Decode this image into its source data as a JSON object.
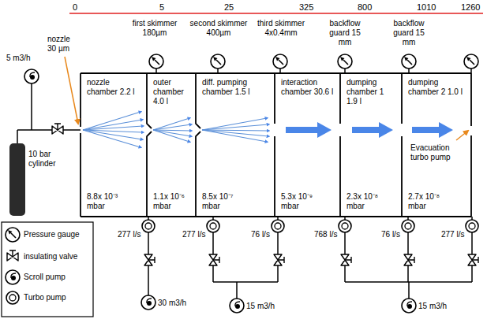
{
  "diagram": {
    "nodes": [
      {
        "text": [
          "nozzle chamber 2.2 l",
          "8.8x 10⁻³ mbar"
        ]
      },
      {
        "text": [
          "outer chamber 4.0 l",
          "1.1x 10⁻⁶ mbar"
        ]
      },
      {
        "text": [
          "diff. pumping chamber 1.5 l",
          "8.5x 10⁻⁷ mbar"
        ]
      },
      {
        "text": [
          "interaction chamber 30.6 l",
          "5.3x 10⁻⁹ mbar"
        ]
      },
      {
        "text": [
          "dumping chamber 1 1.9 l",
          "2.3x 10⁻⁸ mbar"
        ]
      },
      {
        "text": [
          "dumping chamber 2 1.0 l",
          "2.7x 10⁻⁸ mbar"
        ]
      }
    ],
    "labels": [
      "0",
      "5",
      "25",
      "325",
      "800",
      "1010",
      "1260",
      "nozzle 30 µm",
      "first skimmer 180µm",
      "second skimmer 400µm",
      "third skimmer 4x0.4mm",
      "backflow guard 15 mm",
      "backflow guard 15 mm",
      "5 m3/h",
      "10 bar cylinder",
      "277 l/s",
      "277 l/s",
      "76 l/s",
      "768 l/s",
      "76 l/s",
      "277 l/s",
      "30 m3/h",
      "15 m3/h",
      "15 m3/h",
      "Evacuation turbo pump"
    ],
    "legend": [
      {
        "text": "Pressure gauge"
      },
      {
        "text": "insulating valve"
      },
      {
        "text": "Scroll pump"
      },
      {
        "text": "Turbo pump"
      }
    ]
  }
}
